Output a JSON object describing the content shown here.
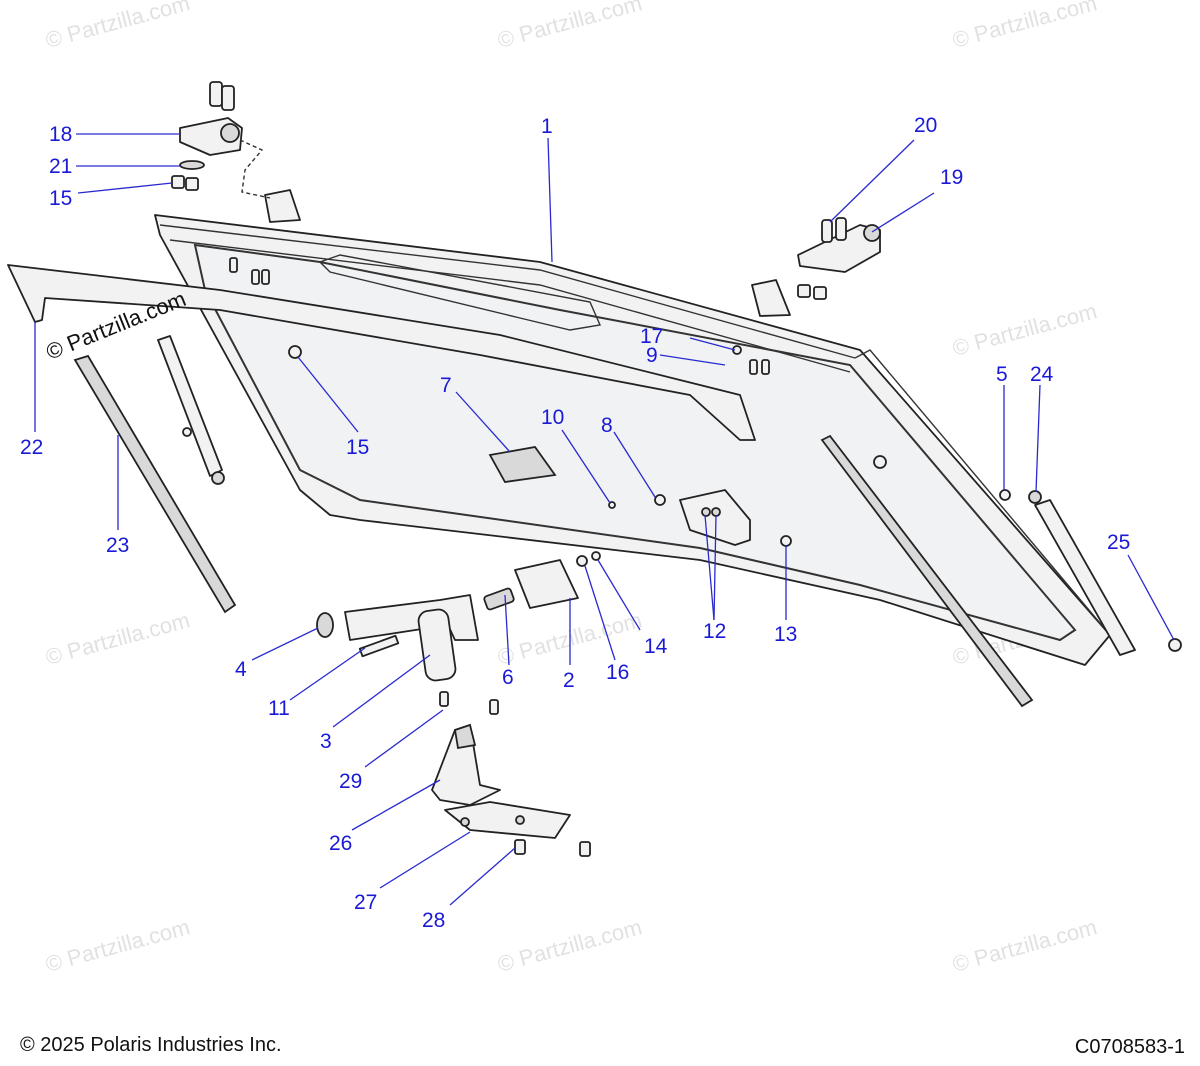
{
  "watermark": "© Partzilla.com",
  "footer": {
    "copyright": "© 2025 Polaris Industries Inc.",
    "diagram_id": "C0708583-1"
  },
  "callouts": [
    "1",
    "2",
    "3",
    "4",
    "5",
    "6",
    "7",
    "8",
    "9",
    "10",
    "11",
    "12",
    "13",
    "14",
    "15",
    "15",
    "16",
    "17",
    "18",
    "19",
    "20",
    "21",
    "22",
    "23",
    "24",
    "25",
    "26",
    "27",
    "28",
    "29"
  ]
}
